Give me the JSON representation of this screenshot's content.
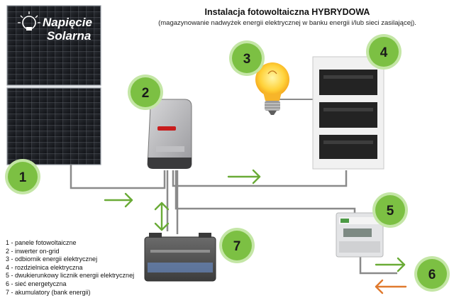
{
  "header": {
    "title": "Instalacja fotowoltaiczna HYBRYDOWA",
    "subtitle": "(magazynowanie nadwyżek energii elektrycznej w banku energii i/lub sieci zasilającej)."
  },
  "logo": {
    "line1": "Napięcie",
    "line2": "Solarna"
  },
  "markers": [
    "1",
    "2",
    "3",
    "4",
    "5",
    "6",
    "7"
  ],
  "legend": [
    "1 - panele fotowoltaiczne",
    "2 - inwerter on-grid",
    "3 - odbiornik energii elektrycznej",
    "4 - rozdzielnica elektryczna",
    "5 - dwukierunkowy licznik energii elektrycznej",
    "6 - sieć energetyczna",
    "7 - akumulatory (bank energii)"
  ],
  "colors": {
    "marker_fill": "#7cc043",
    "marker_ring": "#c4e6a6",
    "arrow_green": "#6aab37",
    "arrow_orange": "#e07a2e",
    "wire": "#8a8a8a"
  },
  "icons": [
    "solar-panel-icon",
    "inverter-icon",
    "light-bulb-icon",
    "distribution-board-icon",
    "energy-meter-icon",
    "battery-icon",
    "sun-bulb-logo-icon"
  ]
}
